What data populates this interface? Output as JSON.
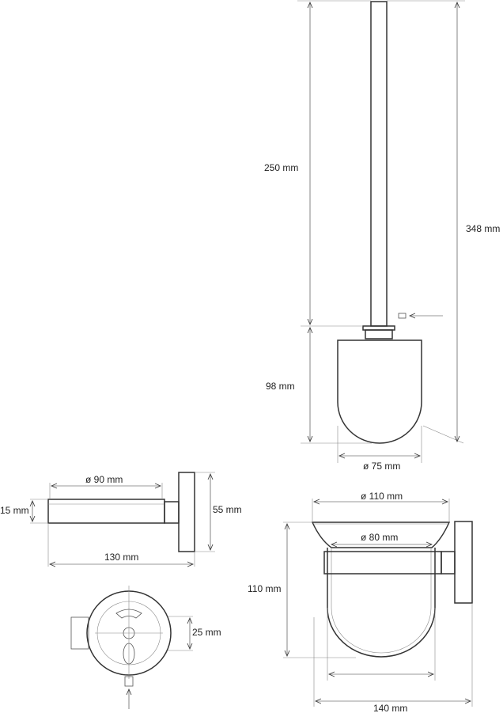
{
  "dimensions": {
    "top_brush_length": "250 mm",
    "top_total_height": "348 mm",
    "top_cup_height": "98 mm",
    "top_cup_diameter": "ø 75 mm",
    "side_diameter": "ø 90 mm",
    "side_thickness": "15 mm",
    "side_plate_height": "55 mm",
    "side_projection": "130 mm",
    "base_height": "25 mm",
    "holder_rim_diameter": "ø 110 mm",
    "holder_inner_diameter": "ø 80 mm",
    "holder_height": "110 mm",
    "holder_projection": "140 mm"
  }
}
